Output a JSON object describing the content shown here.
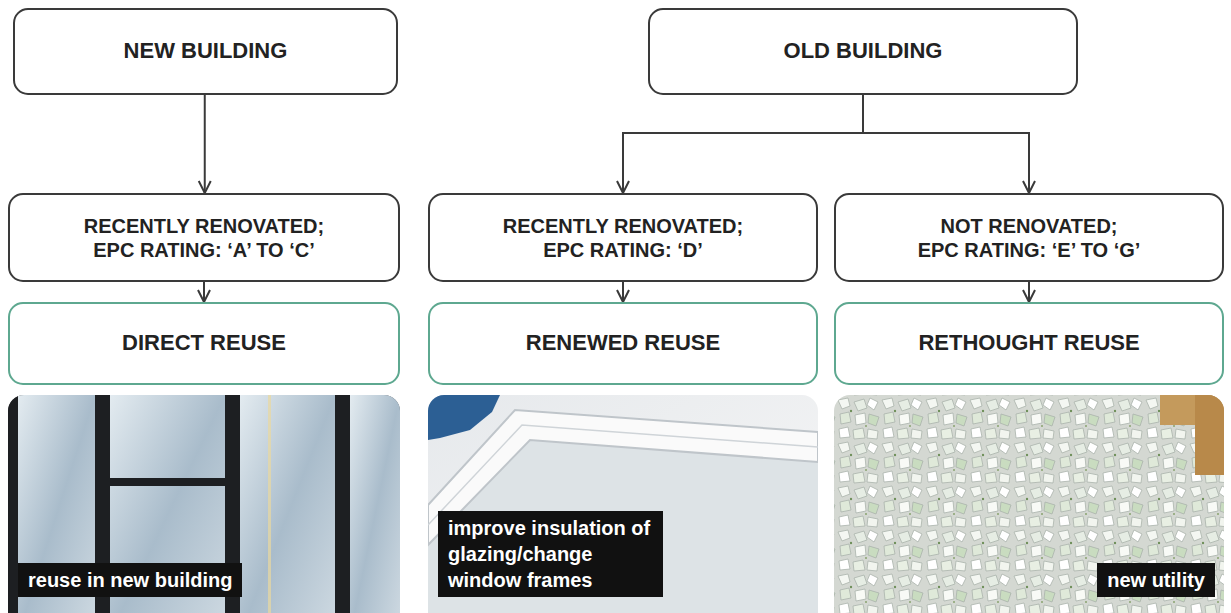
{
  "diagram": {
    "nodes": [
      {
        "text": [
          "NEW BUILDING"
        ]
      },
      {
        "text": [
          "OLD BUILDING"
        ]
      },
      {
        "text": [
          "RECENTLY RENOVATED; EPC RATING: ‘A’ TO ‘C’"
        ]
      },
      {
        "text": [
          "RECENTLY RENOVATED; EPC RATING: ‘D’"
        ]
      },
      {
        "text": [
          "NOT RENOVATED; EPC RATING: ‘E’ TO ‘G’"
        ]
      },
      {
        "text": [
          "DIRECT REUSE"
        ]
      },
      {
        "text": [
          "RENEWED REUSE"
        ]
      },
      {
        "text": [
          "RETHOUGHT REUSE"
        ]
      }
    ],
    "edges": [
      {
        "from": 0,
        "to": 2,
        "arrow": "to"
      },
      {
        "from": 1,
        "to": 3,
        "arrow": "to"
      },
      {
        "from": 1,
        "to": 4,
        "arrow": "to"
      },
      {
        "from": 2,
        "to": 5,
        "arrow": "to"
      },
      {
        "from": 3,
        "to": 6,
        "arrow": "to"
      },
      {
        "from": 4,
        "to": 7,
        "arrow": "to"
      }
    ],
    "labels": [
      "reuse in new building",
      "improve insulation of glazing/change window frames",
      "new utility"
    ]
  }
}
